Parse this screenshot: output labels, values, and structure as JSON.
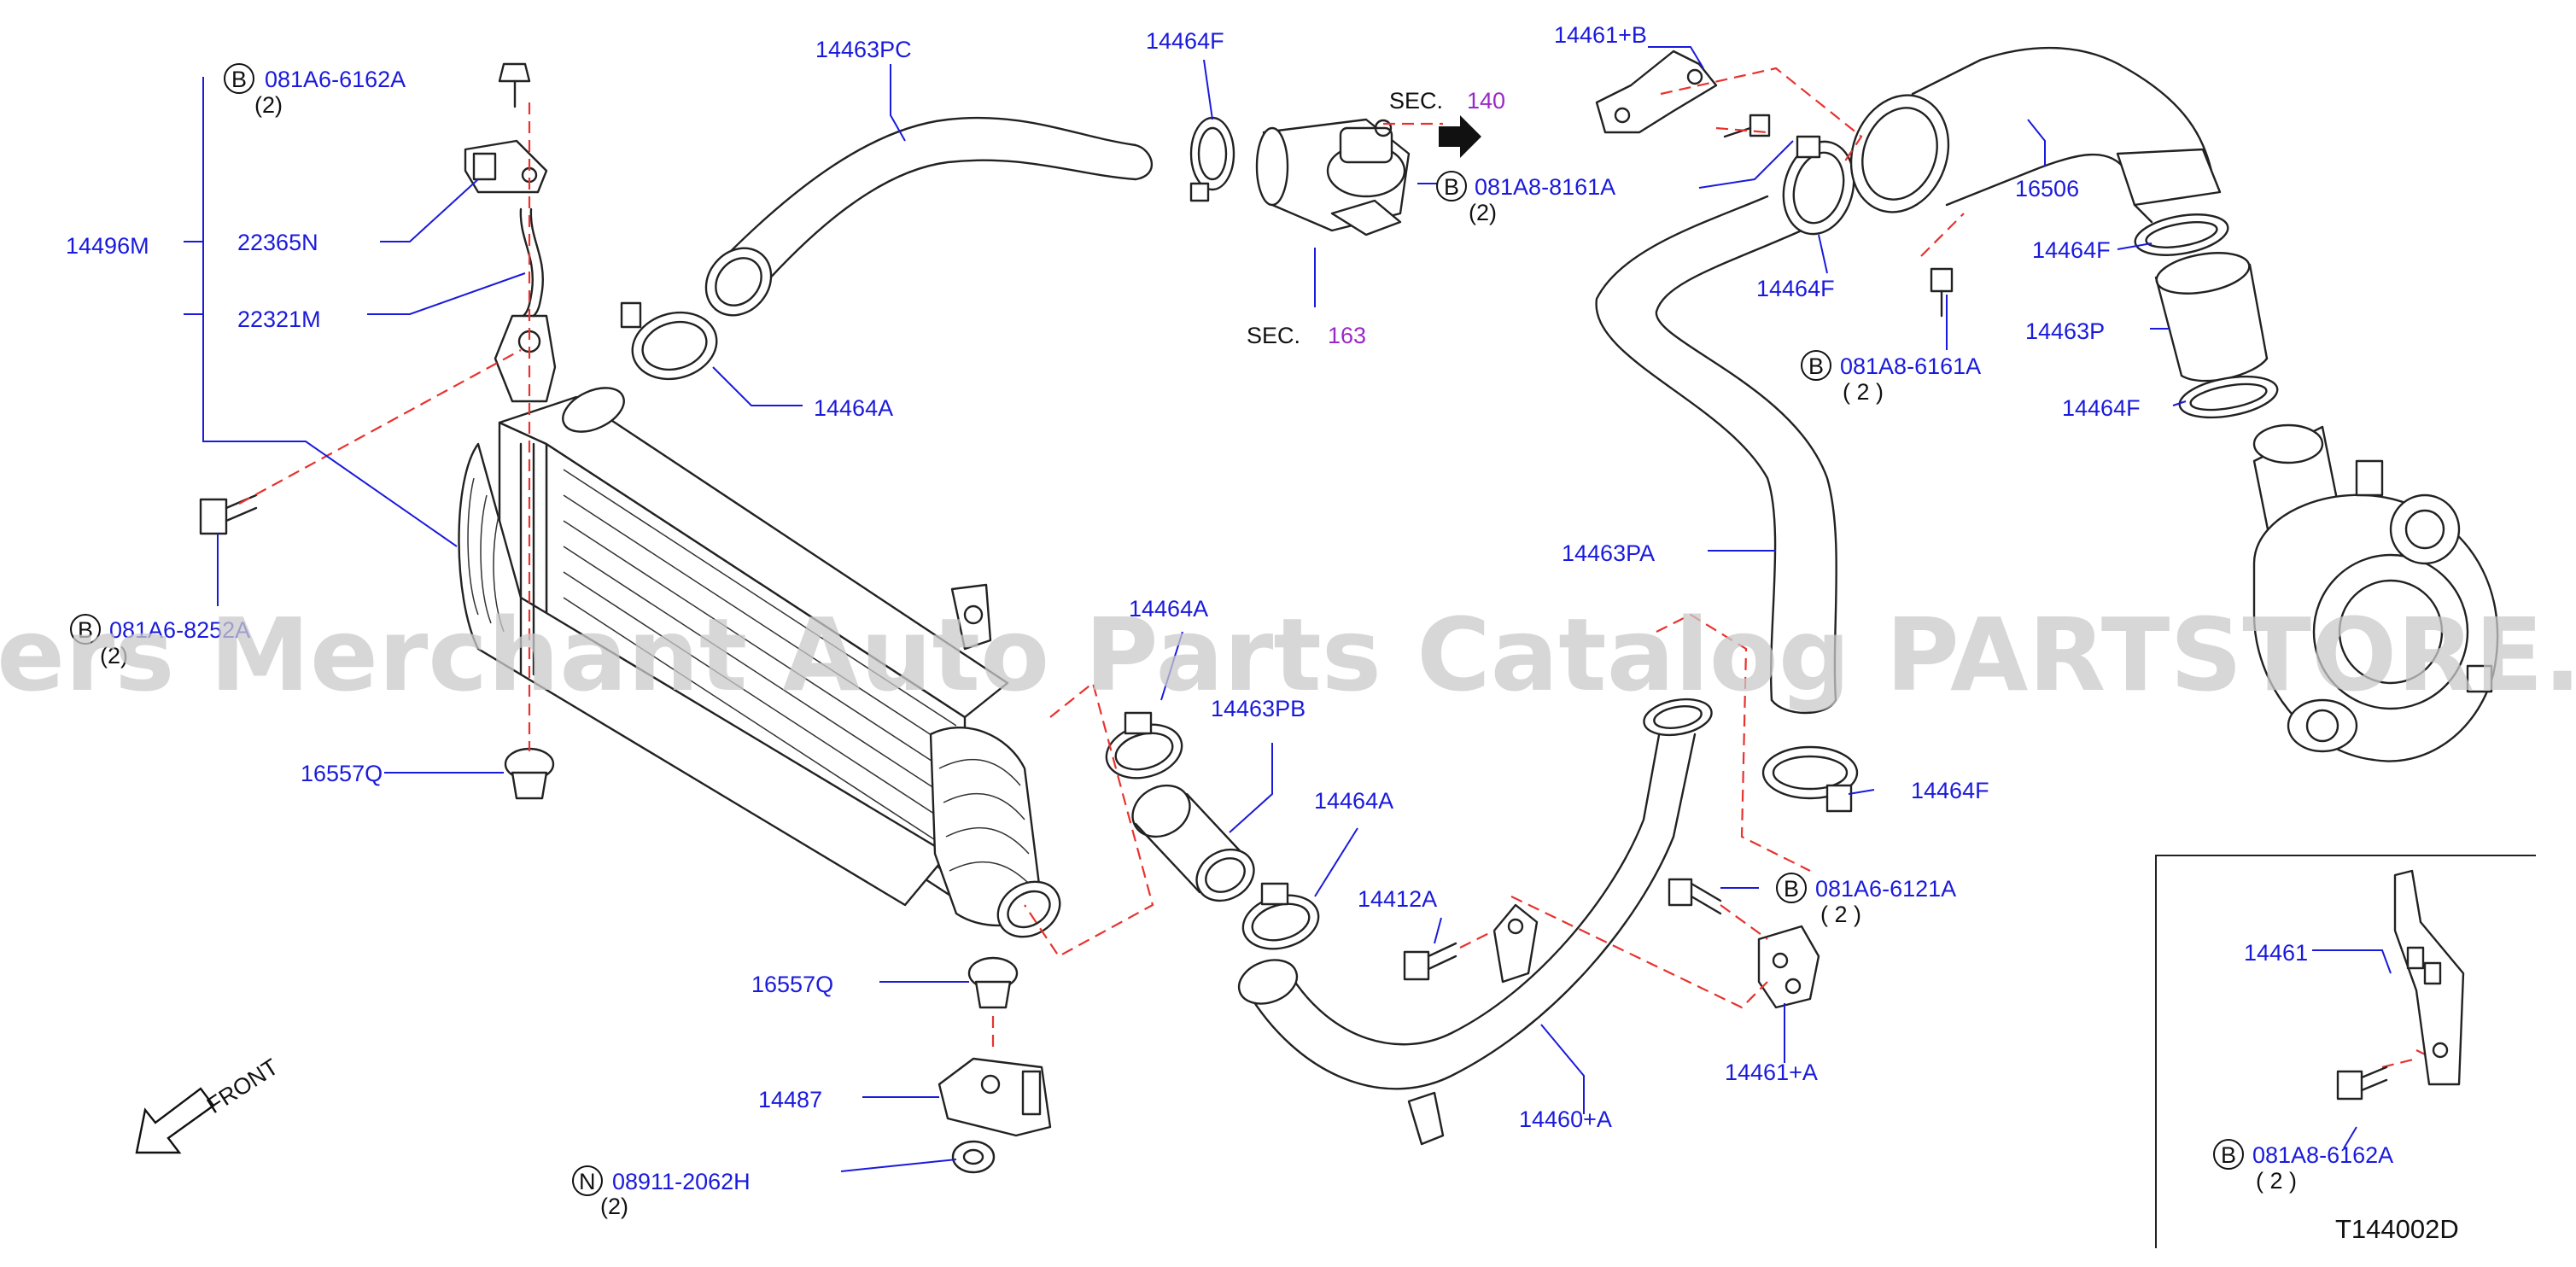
{
  "diagram": {
    "code": "T144002D",
    "watermark": "Offers Merchant Auto Parts Catalog PARTSTORE.SA",
    "front_label": "FRONT",
    "section_refs": [
      {
        "prefix": "SEC.",
        "number": "140"
      },
      {
        "prefix": "SEC.",
        "number": "163"
      }
    ],
    "labels": [
      {
        "id": "14463PC",
        "text": "14463PC"
      },
      {
        "id": "14464F_top",
        "text": "14464F"
      },
      {
        "id": "14496M",
        "text": "14496M"
      },
      {
        "id": "22365N",
        "text": "22365N"
      },
      {
        "id": "22321M",
        "text": "22321M"
      },
      {
        "id": "14464A_upper",
        "text": "14464A"
      },
      {
        "id": "16557Q_left",
        "text": "16557Q"
      },
      {
        "id": "14464A_mid",
        "text": "14464A"
      },
      {
        "id": "14463PB",
        "text": "14463PB"
      },
      {
        "id": "14464A_low",
        "text": "14464A"
      },
      {
        "id": "16557Q_mid",
        "text": "16557Q"
      },
      {
        "id": "14487",
        "text": "14487"
      },
      {
        "id": "14412A",
        "text": "14412A"
      },
      {
        "id": "14460A",
        "text": "14460+A"
      },
      {
        "id": "14461B",
        "text": "14461+B"
      },
      {
        "id": "14464F_upper_mid",
        "text": "14464F"
      },
      {
        "id": "16506",
        "text": "16506"
      },
      {
        "id": "14464F_right1",
        "text": "14464F"
      },
      {
        "id": "14463P",
        "text": "14463P"
      },
      {
        "id": "14464F_right2",
        "text": "14464F"
      },
      {
        "id": "14463PA",
        "text": "14463PA"
      },
      {
        "id": "14464F_lower",
        "text": "14464F"
      },
      {
        "id": "14461A",
        "text": "14461+A"
      },
      {
        "id": "14461",
        "text": "14461"
      }
    ],
    "fastener_callouts": [
      {
        "id": "bolt_top_left",
        "letter": "B",
        "part": "081A6-6162A",
        "qty": "(2)"
      },
      {
        "id": "bolt_left",
        "letter": "B",
        "part": "081A6-8252A",
        "qty": "(2)"
      },
      {
        "id": "nut_bottom",
        "letter": "N",
        "part": "08911-2062H",
        "qty": "(2)"
      },
      {
        "id": "bolt_sec140",
        "letter": "B",
        "part": "081A8-8161A",
        "qty": "(2)"
      },
      {
        "id": "bolt_6161",
        "letter": "B",
        "part": "081A8-6161A",
        "qty": "( 2 )"
      },
      {
        "id": "bolt_6121",
        "letter": "B",
        "part": "081A6-6121A",
        "qty": "( 2 )"
      },
      {
        "id": "bolt_inset",
        "letter": "B",
        "part": "081A8-6162A",
        "qty": "( 2 )"
      }
    ]
  }
}
